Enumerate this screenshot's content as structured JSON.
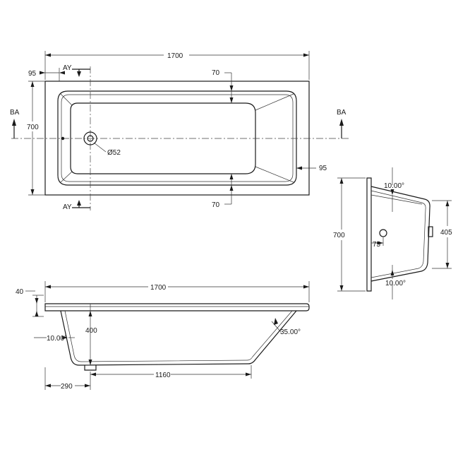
{
  "plan": {
    "overall_length": "1700",
    "width": "700",
    "left_offset": "95",
    "rim_top": "70",
    "rim_bottom": "70",
    "right_rim": "95",
    "waste_dia": "Ø52",
    "section_ay": "AY",
    "section_ba": "BA"
  },
  "end_view": {
    "height": "700",
    "inner": "405",
    "waste_offset": "75",
    "angle_top": "10.00°",
    "angle_bottom": "10.00°"
  },
  "side_view": {
    "overall_length": "1700",
    "rim_thickness": "40",
    "depth": "400",
    "left_angle": "10.00°",
    "right_angle": "35.00°",
    "left_offset": "290",
    "floor_length": "1160"
  }
}
